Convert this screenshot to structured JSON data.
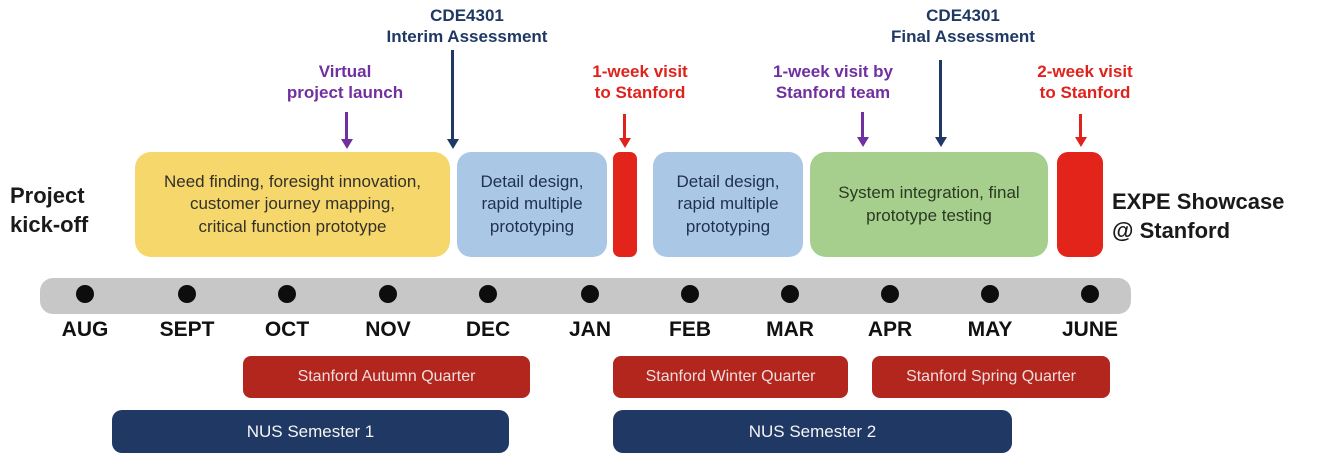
{
  "palette": {
    "navy": "#1F3864",
    "purple": "#7030A0",
    "bright_red": "#E2241B",
    "dark_red": "#B2261E",
    "yellow": "#F5D76B",
    "light_blue": "#ABC7E6",
    "green": "#A6CF8D",
    "gray_track": "#C7C7C7",
    "black": "#1A1A1A"
  },
  "annotations": {
    "interim": "CDE4301\nInterim Assessment",
    "virtual_launch": "Virtual\nproject launch",
    "week1_to_stanford": "1-week visit\nto Stanford",
    "week1_by_stanford": "1-week visit by\nStanford team",
    "final": "CDE4301\nFinal Assessment",
    "week2_to_stanford": "2-week visit\nto Stanford"
  },
  "endpoints": {
    "start": "Project\nkick-off",
    "end": "EXPE Showcase\n@ Stanford"
  },
  "phases": {
    "need_finding": "Need finding, foresight innovation,\ncustomer journey mapping,\ncritical function prototype",
    "detail_design_1": "Detail design,\nrapid multiple\nprototyping",
    "detail_design_2": "Detail design,\nrapid multiple\nprototyping",
    "system_integration": "System integration, final\nprototype testing"
  },
  "timeline": {
    "months": [
      "AUG",
      "SEPT",
      "OCT",
      "NOV",
      "DEC",
      "JAN",
      "FEB",
      "MAR",
      "APR",
      "MAY",
      "JUNE"
    ]
  },
  "periods": {
    "autumn": "Stanford Autumn Quarter",
    "winter": "Stanford Winter Quarter",
    "spring": "Stanford Spring Quarter",
    "sem1": "NUS Semester 1",
    "sem2": "NUS Semester 2"
  }
}
